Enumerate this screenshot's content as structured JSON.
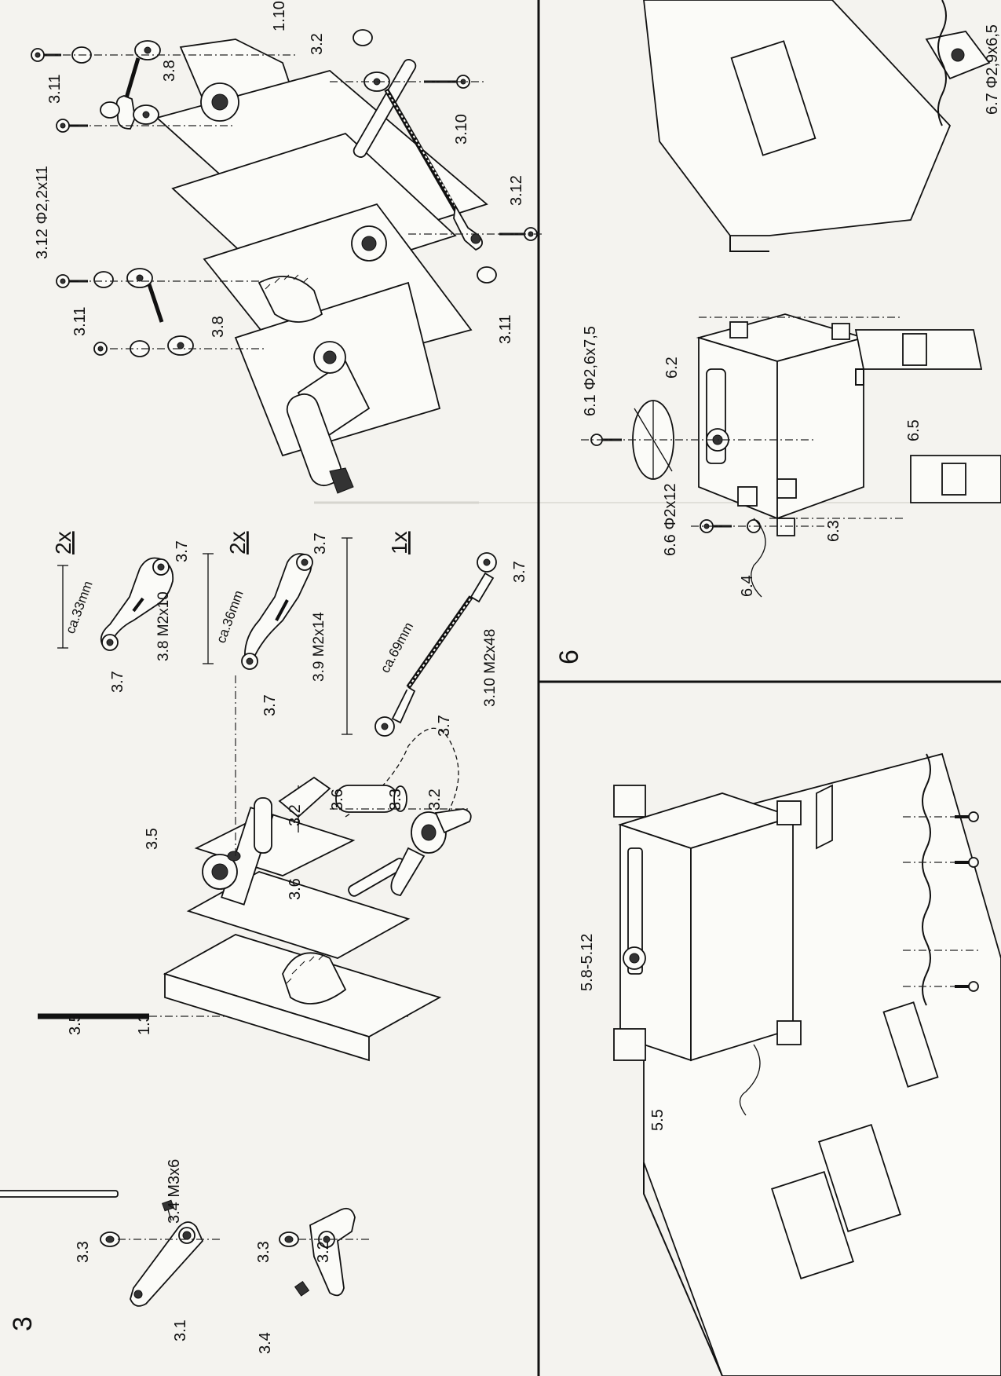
{
  "sections": {
    "s3": "3",
    "s6": "6"
  },
  "panel3": {
    "labels": {
      "p3_3a": "3.3",
      "p3_1": "3.1",
      "p3_4a": "3.4 M3x6",
      "p3_3b": "3.3",
      "p3_2a": "3.2",
      "p3_4b": "3.4",
      "p3_5a": "3.5",
      "p1_3": "1.3",
      "p3_5b": "3.5",
      "p3_6a": "3.6",
      "p3_2b": "3.2",
      "p3_6b": "3.6",
      "p3_3c": "3.3",
      "p3_2c": "3.2"
    }
  },
  "linkages": {
    "qty1": "2x",
    "qty2": "2x",
    "qty3": "1x",
    "dim1": "ca.33mm",
    "dim2": "ca.36mm",
    "dim3": "ca.69mm",
    "rod1": "3.8 M2x10",
    "rod2": "3.9 M2x14",
    "rod3": "3.10 M2x48",
    "end1a": "3.7",
    "end1b": "3.7",
    "end2a": "3.7",
    "end2b": "3.7",
    "end3a": "3.7",
    "end3b": "3.7"
  },
  "assembly_top": {
    "labels": {
      "l1_10": "1.10",
      "l3_2": "3.2",
      "l3_8a": "3.8",
      "l3_11a": "3.11",
      "l3_12a": "3.12 Φ2,2x11",
      "l3_10": "3.10",
      "l3_12b": "3.12",
      "l3_11b": "3.11",
      "l3_8b": "3.8",
      "l3_11c": "3.11"
    }
  },
  "panel5": {
    "labels": {
      "l5_8": "5.8-5.12",
      "l5_5": "5.5"
    }
  },
  "panel6": {
    "labels": {
      "l6_1": "6.1 Φ2,6x7,5",
      "l6_2": "6.2",
      "l6_5": "6.5",
      "l6_6": "6.6 Φ2x12",
      "l6_4": "6.4",
      "l6_3": "6.3",
      "l6_7": "6.7 Φ2,9x6,5"
    }
  }
}
